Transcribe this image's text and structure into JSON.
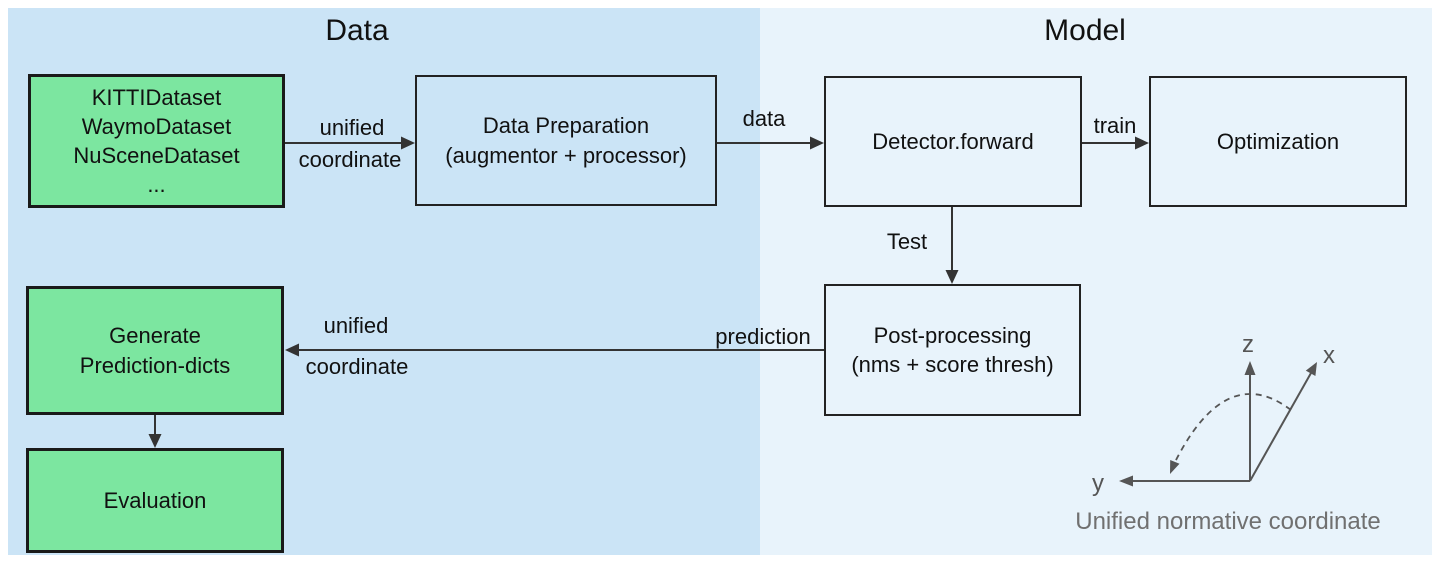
{
  "sections": {
    "data": {
      "title": "Data"
    },
    "model": {
      "title": "Model"
    }
  },
  "nodes": {
    "datasets": {
      "label": "KITTIDataset\nWaymoDataset\nNuSceneDataset\n..."
    },
    "data_preparation": {
      "label": "Data Preparation\n(augmentor + processor)"
    },
    "detector_forward": {
      "label": "Detector.forward"
    },
    "optimization": {
      "label": "Optimization"
    },
    "post_processing": {
      "label": "Post-processing\n(nms + score thresh)"
    },
    "generate_prediction_dicts": {
      "label": "Generate\nPrediction-dicts"
    },
    "evaluation": {
      "label": "Evaluation"
    }
  },
  "edges": {
    "datasets_to_preparation": {
      "label_top": "unified",
      "label_bottom": "coordinate"
    },
    "preparation_to_detector": {
      "label": "data"
    },
    "detector_to_optimization": {
      "label": "train"
    },
    "detector_to_postprocessing": {
      "label": "Test"
    },
    "postprocessing_to_generate": {
      "label_right": "prediction",
      "label_top": "unified",
      "label_bottom": "coordinate"
    }
  },
  "coordinate_figure": {
    "axis_x": "x",
    "axis_y": "y",
    "axis_z": "z",
    "caption": "Unified normative coordinate"
  },
  "colors": {
    "data_panel": "#cbe4f6",
    "model_panel": "#e8f3fb",
    "dataset_box_green": "#7ce6a0",
    "box_border": "#1a1a1a",
    "arrow": "#333333",
    "axes": "#555555",
    "caption_text": "#707070"
  }
}
